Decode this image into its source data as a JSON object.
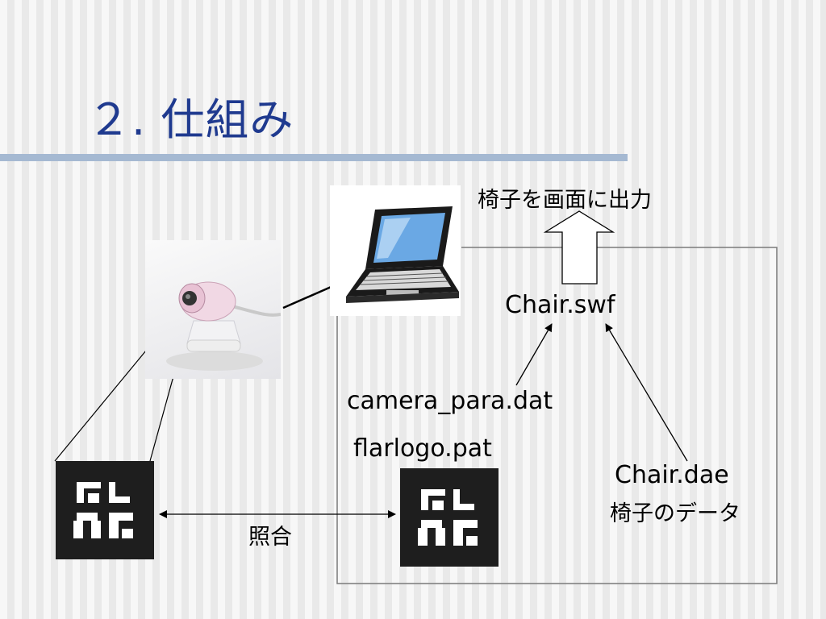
{
  "slide": {
    "title": "２. 仕組み"
  },
  "labels": {
    "output": "椅子を画面に出力",
    "swf": "Chair.swf",
    "camera_param": "camera_para.dat",
    "pattern": "flarlogo.pat",
    "dae": "Chair.dae",
    "chair_data": "椅子のデータ",
    "matching": "照合"
  },
  "colors": {
    "title": "#1f3a8f",
    "rule": "#a5b9d2",
    "marker": "#1e1e1e"
  },
  "icons": [
    "webcam-image",
    "laptop-icon",
    "ar-marker"
  ]
}
